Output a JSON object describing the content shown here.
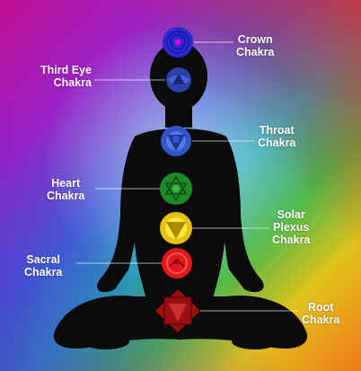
{
  "chakras": [
    {
      "id": "crown",
      "label": "Crown\nChakra",
      "color": "#2a2ad0",
      "accent": "#e000e0"
    },
    {
      "id": "third-eye",
      "label": "Third Eye\nChakra",
      "color": "#2d3fa8",
      "accent": "#4d5fd8"
    },
    {
      "id": "throat",
      "label": "Throat\nChakra",
      "color": "#2f55c8",
      "accent": "#5577e0"
    },
    {
      "id": "heart",
      "label": "Heart\nChakra",
      "color": "#1f8a2a",
      "accent": "#3cb84a"
    },
    {
      "id": "solar",
      "label": "Solar\nPlexus\nChakra",
      "color": "#e6c20a",
      "accent": "#ffe640"
    },
    {
      "id": "sacral",
      "label": "Sacral\nChakra",
      "color": "#e01a1a",
      "accent": "#ff5555"
    },
    {
      "id": "root",
      "label": "Root\nChakra",
      "color": "#9a1010",
      "accent": "#c83030"
    }
  ]
}
